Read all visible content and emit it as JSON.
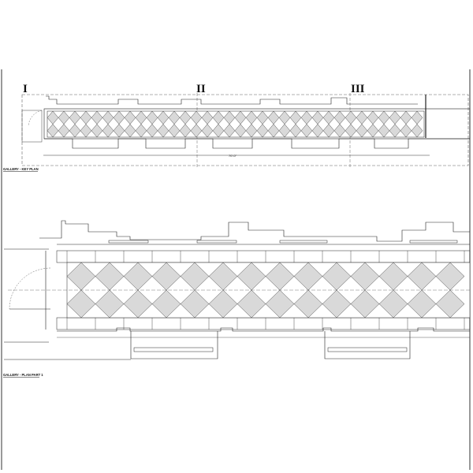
{
  "key_plan": {
    "title": "GALLERY - KEY PLAN",
    "section_markers": [
      "I",
      "II",
      "III"
    ],
    "overall_dimension": "70'-0\""
  },
  "plan_part_1": {
    "title": "GALLERY - PLAN PART 1"
  },
  "colors": {
    "line": "#222222",
    "tile_gray": "#d9d9d9",
    "tile_white": "#ffffff"
  }
}
